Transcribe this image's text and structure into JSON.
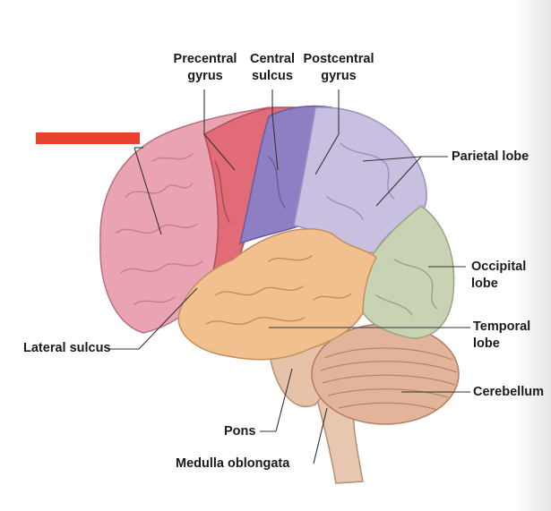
{
  "labels": {
    "precentral_gyrus": [
      "Precentral",
      "gyrus"
    ],
    "central_sulcus": [
      "Central",
      "sulcus"
    ],
    "postcentral_gyrus": [
      "Postcentral",
      "gyrus"
    ],
    "parietal_lobe": "Parietal lobe",
    "occipital_lobe": [
      "Occipital",
      "lobe"
    ],
    "temporal_lobe": [
      "Temporal",
      "lobe"
    ],
    "cerebellum": "Cerebellum",
    "lateral_sulcus": "Lateral sulcus",
    "pons": "Pons",
    "medulla_oblongata": "Medulla oblongata"
  },
  "colors": {
    "frontal_lobe": "#e9a3b2",
    "precentral_gyrus": "#e26b78",
    "central_sulcus_region": "#8e7fc4",
    "parietal_lobe": "#c9bfe0",
    "occipital_lobe": "#c8d3b4",
    "temporal_lobe": "#f2c08f",
    "cerebellum": "#e2b49a",
    "brainstem": "#e8c7b0",
    "redaction_bar": "#e8412e"
  }
}
